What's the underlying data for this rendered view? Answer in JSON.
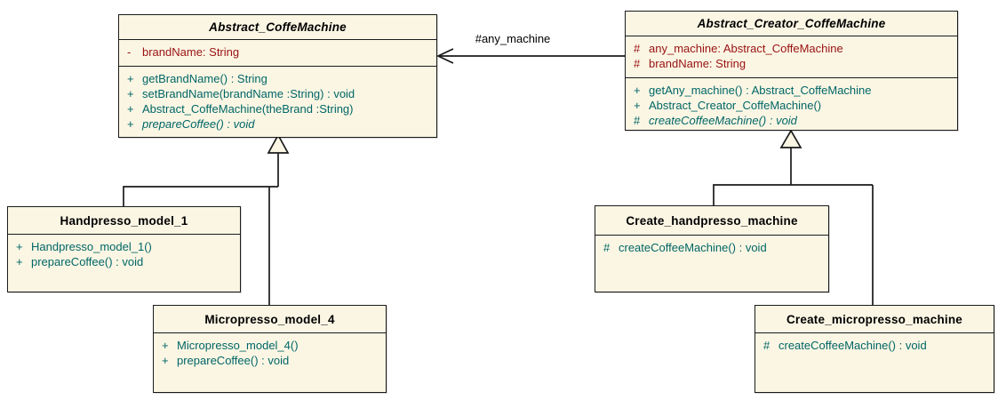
{
  "diagram": {
    "type": "uml-class-diagram",
    "colors": {
      "class_fill": "#fbf6e4",
      "border": "#1a1a1a",
      "edge": "#1a1a1a",
      "title_text": "#000000",
      "attribute_text": "#991111",
      "operation_text": "#006666"
    },
    "classes": [
      {
        "title": "Abstract_CoffeMachine",
        "abstract": true,
        "attributes": [
          {
            "vis": "-",
            "text": "brandName: String"
          }
        ],
        "operations": [
          {
            "vis": "+",
            "text": "getBrandName() : String"
          },
          {
            "vis": "+",
            "text": "setBrandName(brandName :String) : void"
          },
          {
            "vis": "+",
            "text": "Abstract_CoffeMachine(theBrand :String)"
          },
          {
            "vis": "+",
            "text": "prepareCoffee() : void",
            "italic": true
          }
        ]
      },
      {
        "title": "Abstract_Creator_CoffeMachine",
        "abstract": true,
        "attributes": [
          {
            "vis": "#",
            "text": "any_machine: Abstract_CoffeMachine"
          },
          {
            "vis": "#",
            "text": "brandName: String"
          }
        ],
        "operations": [
          {
            "vis": "+",
            "text": "getAny_machine() : Abstract_CoffeMachine"
          },
          {
            "vis": "+",
            "text": "Abstract_Creator_CoffeMachine()"
          },
          {
            "vis": "#",
            "text": "createCoffeeMachine() : void",
            "italic": true
          }
        ]
      },
      {
        "title": "Handpresso_model_1",
        "abstract": false,
        "attributes": [],
        "operations": [
          {
            "vis": "+",
            "text": "Handpresso_model_1()"
          },
          {
            "vis": "+",
            "text": "prepareCoffee() : void"
          }
        ]
      },
      {
        "title": "Micropresso_model_4",
        "abstract": false,
        "attributes": [],
        "operations": [
          {
            "vis": "+",
            "text": "Micropresso_model_4()"
          },
          {
            "vis": "+",
            "text": "prepareCoffee() : void"
          }
        ]
      },
      {
        "title": "Create_handpresso_machine",
        "abstract": false,
        "attributes": [],
        "operations": [
          {
            "vis": "#",
            "text": "createCoffeeMachine() : void"
          }
        ]
      },
      {
        "title": "Create_micropresso_machine",
        "abstract": false,
        "attributes": [],
        "operations": [
          {
            "vis": "#",
            "text": "createCoffeeMachine() : void"
          }
        ]
      }
    ],
    "relationships": [
      {
        "type": "association",
        "from": "Abstract_Creator_CoffeMachine",
        "to": "Abstract_CoffeMachine",
        "label": "#any_machine"
      },
      {
        "type": "generalization",
        "from": "Handpresso_model_1",
        "to": "Abstract_CoffeMachine"
      },
      {
        "type": "generalization",
        "from": "Micropresso_model_4",
        "to": "Abstract_CoffeMachine"
      },
      {
        "type": "generalization",
        "from": "Create_handpresso_machine",
        "to": "Abstract_Creator_CoffeMachine"
      },
      {
        "type": "generalization",
        "from": "Create_micropresso_machine",
        "to": "Abstract_Creator_CoffeMachine"
      }
    ]
  }
}
